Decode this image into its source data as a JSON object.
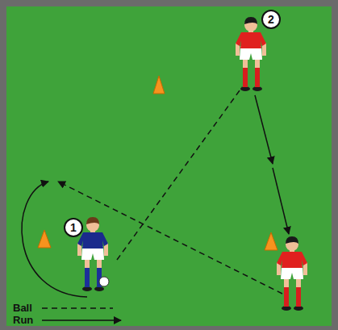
{
  "diagram": {
    "nodes": [
      {
        "text": [
          "2"
        ]
      },
      {
        "text": [
          "1"
        ]
      }
    ],
    "legend": [
      {
        "text": "Ball"
      },
      {
        "text": "Run"
      }
    ]
  }
}
